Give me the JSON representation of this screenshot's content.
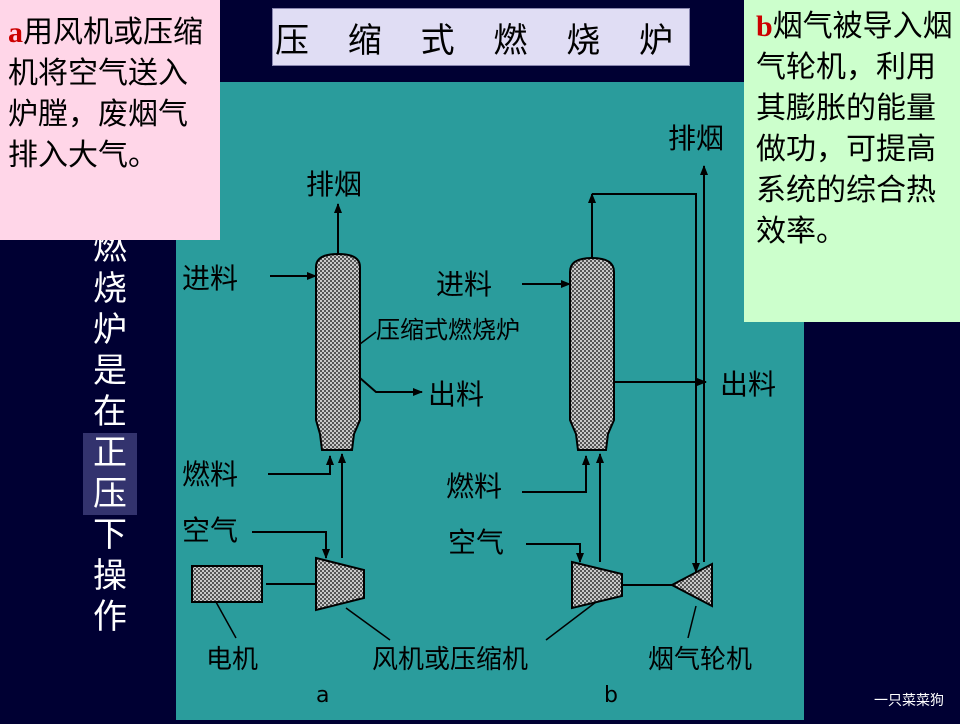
{
  "title": "压 缩 式 燃 烧 炉",
  "note_a": {
    "marker": "a",
    "text": "用风机或压缩机将空气送入炉膛，废烟气排入大气。"
  },
  "note_b": {
    "marker": "b",
    "text": "烟气被导入烟气轮机，利用其膨胀的能量做功，可提高系统的综合热效率。"
  },
  "side_text": [
    "燃",
    "烧",
    "炉",
    "是",
    "在",
    "正",
    "压",
    "下",
    "操",
    "作"
  ],
  "side_text_highlight": [
    5,
    6
  ],
  "diagram": {
    "a": {
      "exhaust": "排烟",
      "feed": "进料",
      "furnace": "压缩式燃烧炉",
      "product": "出料",
      "fuel": "燃料",
      "air": "空气",
      "motor": "电机",
      "blower": "风机或压缩机",
      "caption": "a"
    },
    "b": {
      "exhaust": "排烟",
      "feed": "进料",
      "product": "出料",
      "fuel": "燃料",
      "air": "空气",
      "turbine": "烟气轮机",
      "caption": "b"
    }
  },
  "credit": "一只菜菜狗"
}
